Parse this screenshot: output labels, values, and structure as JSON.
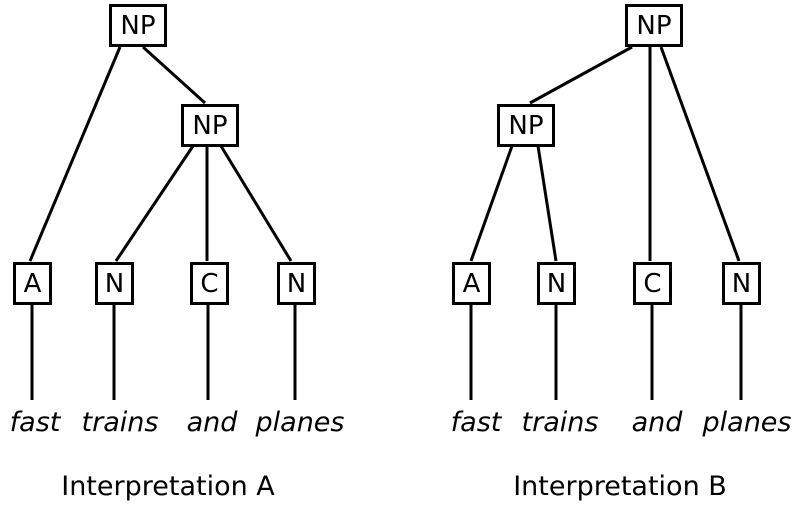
{
  "colors": {
    "ink": "#000000",
    "background": "#ffffff"
  },
  "sentence_words": [
    "fast",
    "trains",
    "and",
    "planes"
  ],
  "trees": [
    {
      "caption": "Interpretation A",
      "root_label": "NP",
      "inner_label": "NP",
      "leaves": [
        {
          "label": "A",
          "word": "fast"
        },
        {
          "label": "N",
          "word": "trains"
        },
        {
          "label": "C",
          "word": "and"
        },
        {
          "label": "N",
          "word": "planes"
        }
      ],
      "edges": [
        [
          "NP-root",
          "A"
        ],
        [
          "NP-root",
          "NP-inner"
        ],
        [
          "NP-inner",
          "N-trains"
        ],
        [
          "NP-inner",
          "C-and"
        ],
        [
          "NP-inner",
          "N-planes"
        ]
      ]
    },
    {
      "caption": "Interpretation B",
      "root_label": "NP",
      "inner_label": "NP",
      "leaves": [
        {
          "label": "A",
          "word": "fast"
        },
        {
          "label": "N",
          "word": "trains"
        },
        {
          "label": "C",
          "word": "and"
        },
        {
          "label": "N",
          "word": "planes"
        }
      ],
      "edges": [
        [
          "NP-root",
          "NP-inner"
        ],
        [
          "NP-root",
          "C-and"
        ],
        [
          "NP-root",
          "N-planes"
        ],
        [
          "NP-inner",
          "A-fast"
        ],
        [
          "NP-inner",
          "N-trains"
        ]
      ]
    }
  ]
}
